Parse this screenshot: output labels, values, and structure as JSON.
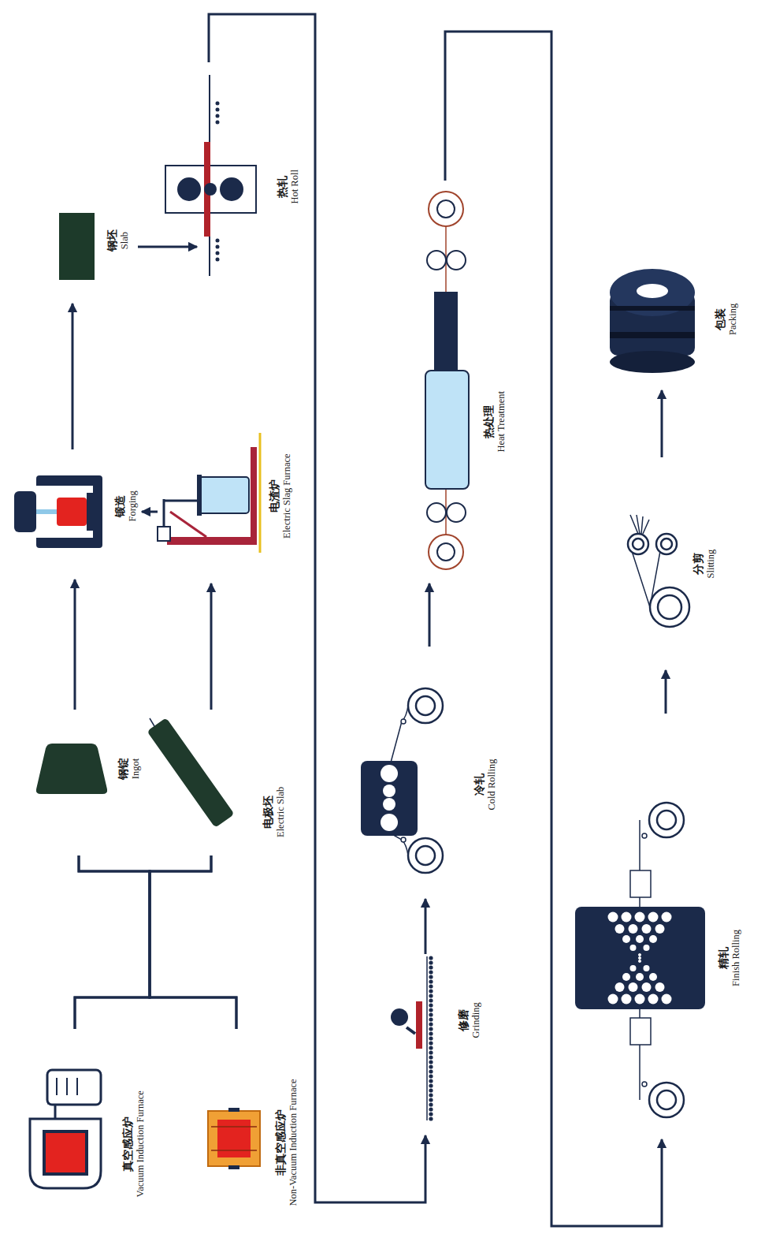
{
  "diagram": {
    "nodes": [
      {
        "text": [
          "真空感应炉",
          "Vacuum Induction Furnace"
        ]
      },
      {
        "text": [
          "非真空感应炉",
          "Non-Vacuum Induction Furnace"
        ]
      },
      {
        "text": [
          "钢锭",
          "Ingot"
        ]
      },
      {
        "text": [
          "电极坯",
          "Electric Slab"
        ]
      },
      {
        "text": [
          "锻造",
          "Forging"
        ]
      },
      {
        "text": [
          "电渣炉",
          "Electric Slag Furnace"
        ]
      },
      {
        "text": [
          "钢坯",
          "Slab"
        ]
      },
      {
        "text": [
          "热轧",
          "Hot Roll"
        ]
      },
      {
        "text": [
          "修磨",
          "Grinding"
        ]
      },
      {
        "text": [
          "冷轧",
          "Cold Rolling"
        ]
      },
      {
        "text": [
          "热处理",
          "Heat Treatment"
        ]
      },
      {
        "text": [
          "精轧",
          "Finish Rolling"
        ]
      },
      {
        "text": [
          "分剪",
          "Slitting"
        ]
      },
      {
        "text": [
          "包装",
          "Packing"
        ]
      }
    ],
    "edges": [
      {
        "from": 0,
        "to": 2,
        "arrow": "none"
      },
      {
        "from": 0,
        "to": 3,
        "arrow": "none"
      },
      {
        "from": 1,
        "to": 2,
        "arrow": "none"
      },
      {
        "from": 1,
        "to": 3,
        "arrow": "none"
      },
      {
        "from": 2,
        "to": 4,
        "arrow": "to"
      },
      {
        "from": 3,
        "to": 5,
        "arrow": "to"
      },
      {
        "from": 5,
        "to": 4,
        "arrow": "to"
      },
      {
        "from": 4,
        "to": 6,
        "arrow": "to"
      },
      {
        "from": 6,
        "to": 7,
        "arrow": "to"
      },
      {
        "from": 7,
        "to": 8,
        "arrow": "to"
      },
      {
        "from": 8,
        "to": 9,
        "arrow": "to"
      },
      {
        "from": 9,
        "to": 10,
        "arrow": "to"
      },
      {
        "from": 10,
        "to": 11,
        "arrow": "to"
      },
      {
        "from": 11,
        "to": 12,
        "arrow": "to"
      },
      {
        "from": 12,
        "to": 13,
        "arrow": "to"
      }
    ]
  }
}
